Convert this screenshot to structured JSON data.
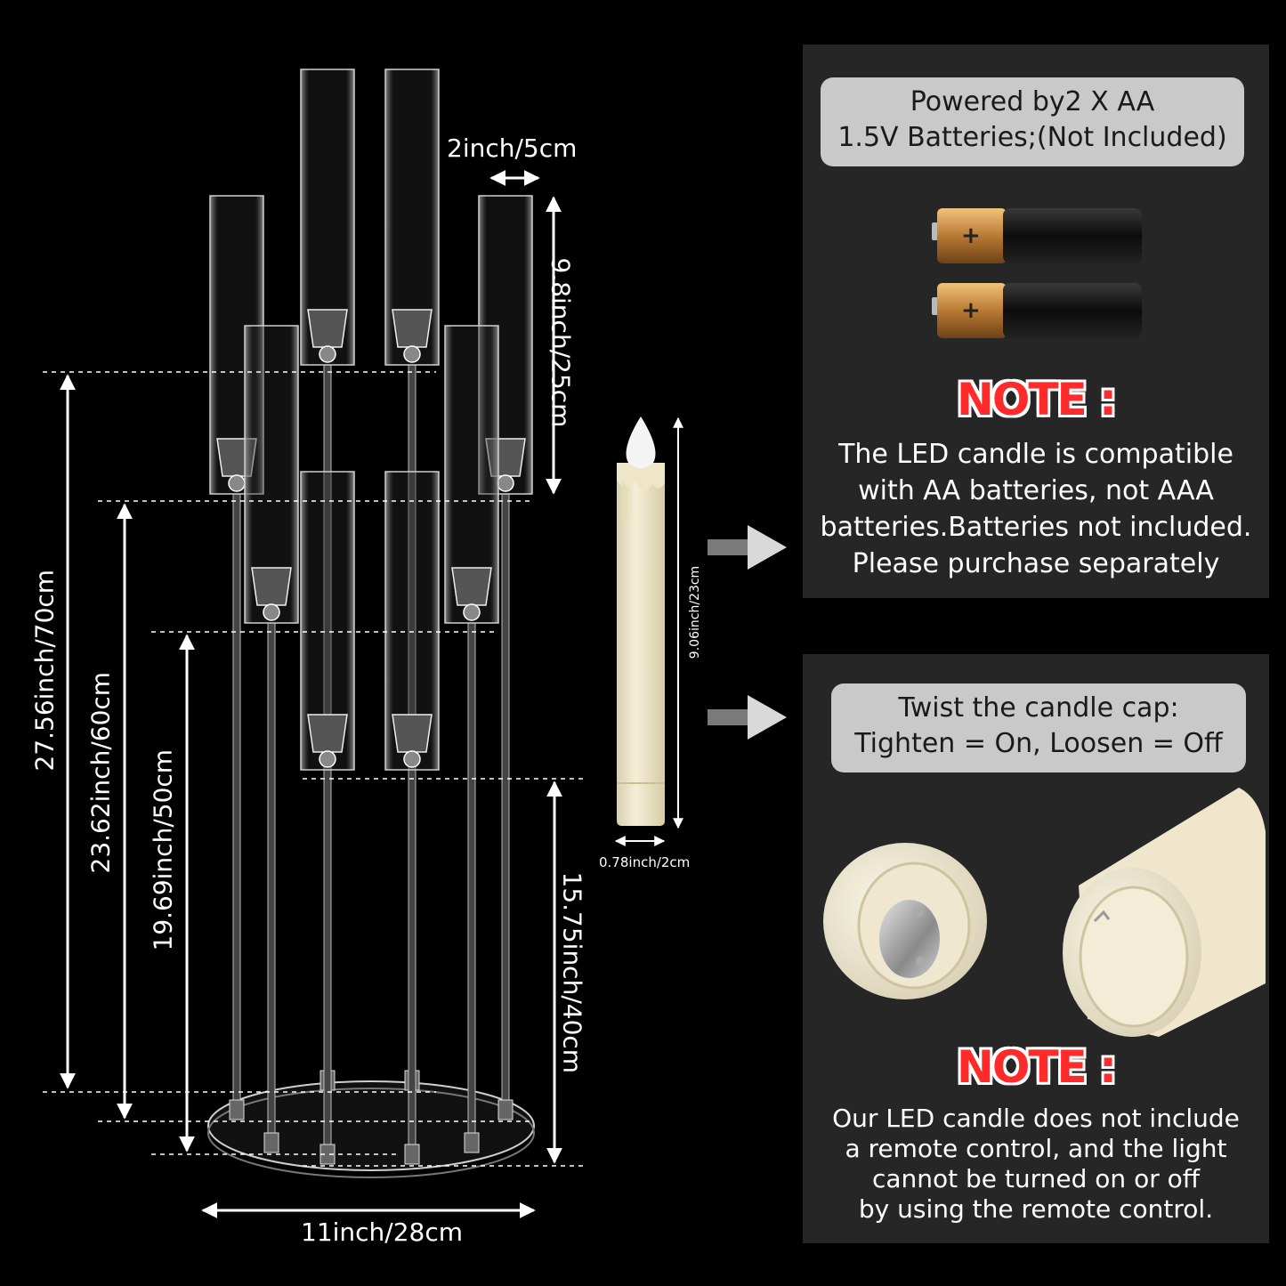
{
  "dimensions": {
    "top_width": "2inch/5cm",
    "tube_height": "9.8inch/25cm",
    "total_height": "27.56inch/70cm",
    "tier2_height": "23.62inch/60cm",
    "tier3_height": "19.69inch/50cm",
    "tier4_height": "15.75inch/40cm",
    "base_width": "11inch/28cm",
    "candle_height": "9.06inch/23cm",
    "candle_width": "0.78inch/2cm"
  },
  "panel_battery": {
    "pill_line1": "Powered by2 X AA",
    "pill_line2": "1.5V Batteries;(Not Included)",
    "battery_symbol": "+",
    "note_title": "NOTE :",
    "note_lines": [
      "The LED candle is compatible",
      "with AA batteries, not AAA",
      "batteries.Batteries not included.",
      "Please purchase separately"
    ]
  },
  "panel_cap": {
    "pill_line1": "Twist the candle cap:",
    "pill_line2": "Tighten = On, Loosen = Off",
    "note_title": "NOTE :",
    "note_lines": [
      "Our LED candle does not include",
      "a remote control, and the light",
      "cannot be turned on or off",
      "by using the remote control."
    ]
  },
  "colors": {
    "background": "#000000",
    "panel": "#262626",
    "pill": "#c9c9c9",
    "note_red": "#ff2b2b",
    "candle_cream": "#f1e9cf",
    "battery_gold": "#c98a3e"
  }
}
